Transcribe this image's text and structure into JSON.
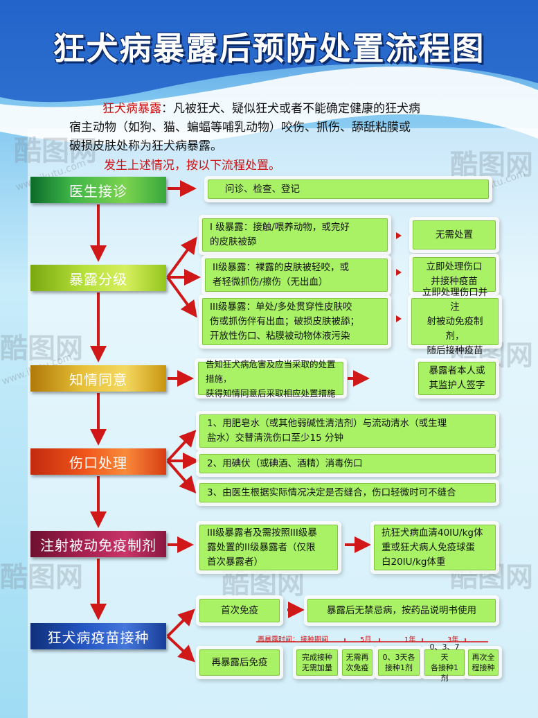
{
  "title": "狂犬病暴露后预防处置流程图",
  "intro": {
    "term": "狂犬病暴露",
    "line1": "：凡被狂犬、疑似狂犬或者不能确定健康的狂犬病",
    "line2": "宿主动物（如狗、猫、蝙蝠等哺乳动物）咬伤、抓伤、舔舐粘膜或",
    "line3": "破损皮肤处称为狂犬病暴露。",
    "proceed": "发生上述情况，按以下流程处置。"
  },
  "steps": {
    "reception": "医生接诊",
    "grading": "暴露分级",
    "consent": "知情同意",
    "wound": "伤口处理",
    "immuno": "注射被动免疫制剂",
    "vaccine": "狂犬病疫苗接种"
  },
  "reception": {
    "actions": "问诊、检查、登记"
  },
  "grading": {
    "levels": [
      {
        "desc": [
          "I 级暴露：接触/喂养动物，或完好",
          "的皮肤被舔"
        ],
        "action": [
          "无需处置"
        ]
      },
      {
        "desc": [
          "II级暴露：裸露的皮肤被轻咬，或",
          "者轻微抓伤/擦伤（无出血）"
        ],
        "action": [
          "立即处理伤口",
          "并接种疫苗"
        ]
      },
      {
        "desc": [
          "III级暴露：单处/多处贯穿性皮肤咬",
          "伤或抓伤伴有出血；破损皮肤被舔；",
          "开放性伤口、粘膜被动物体液污染"
        ],
        "action": [
          "立即处理伤口并注",
          "射被动免疫制剂，",
          "随后接种疫苗"
        ]
      }
    ]
  },
  "consent": {
    "desc": [
      "告知狂犬病危害及应当采取的处置措施，",
      "获得知情同意后采取相应处置措施"
    ],
    "result": [
      "暴露者本人或",
      "其监护人签字"
    ]
  },
  "wound": {
    "items": [
      [
        "1、用肥皂水（或其他弱碱性清洁剂）与流动清水（或生理",
        "盐水）交替清洗伤口至少15 分钟"
      ],
      [
        "2、用碘伏（或碘酒、酒精）消毒伤口"
      ],
      [
        "3、由医生根据实际情况决定是否缝合，伤口轻微时可不缝合"
      ]
    ]
  },
  "immuno": {
    "who": [
      "III级暴露者及需按照III级暴",
      "露处置的II级暴露者（仅限",
      "首次暴露者）"
    ],
    "dose": [
      "抗狂犬病血清40IU/kg体",
      "重或狂犬病人免疫球蛋",
      "白20IU/kg体重"
    ]
  },
  "vaccine": {
    "first": "首次免疫",
    "first_note": "暴露后无禁忌病，按药品说明书使用",
    "re": "再暴露后免疫",
    "timeline_label": "再暴露时间：",
    "timeline_period": "接种期间",
    "timeline_marks": [
      "5月",
      "1年",
      "3年"
    ],
    "re_options": [
      [
        "完成接种",
        "无需加量"
      ],
      [
        "无需再",
        "次免疫"
      ],
      [
        "0、3天各",
        "接种1剂"
      ],
      [
        "0、3、7天",
        "各接种1剂"
      ],
      [
        "再次全",
        "程接种"
      ]
    ]
  },
  "watermark": {
    "brand": "酷图网",
    "url": "www.ikutu.com"
  },
  "colors": {
    "arrow": "#d01818",
    "box": "#a9f266",
    "highlight": "#d01010"
  }
}
